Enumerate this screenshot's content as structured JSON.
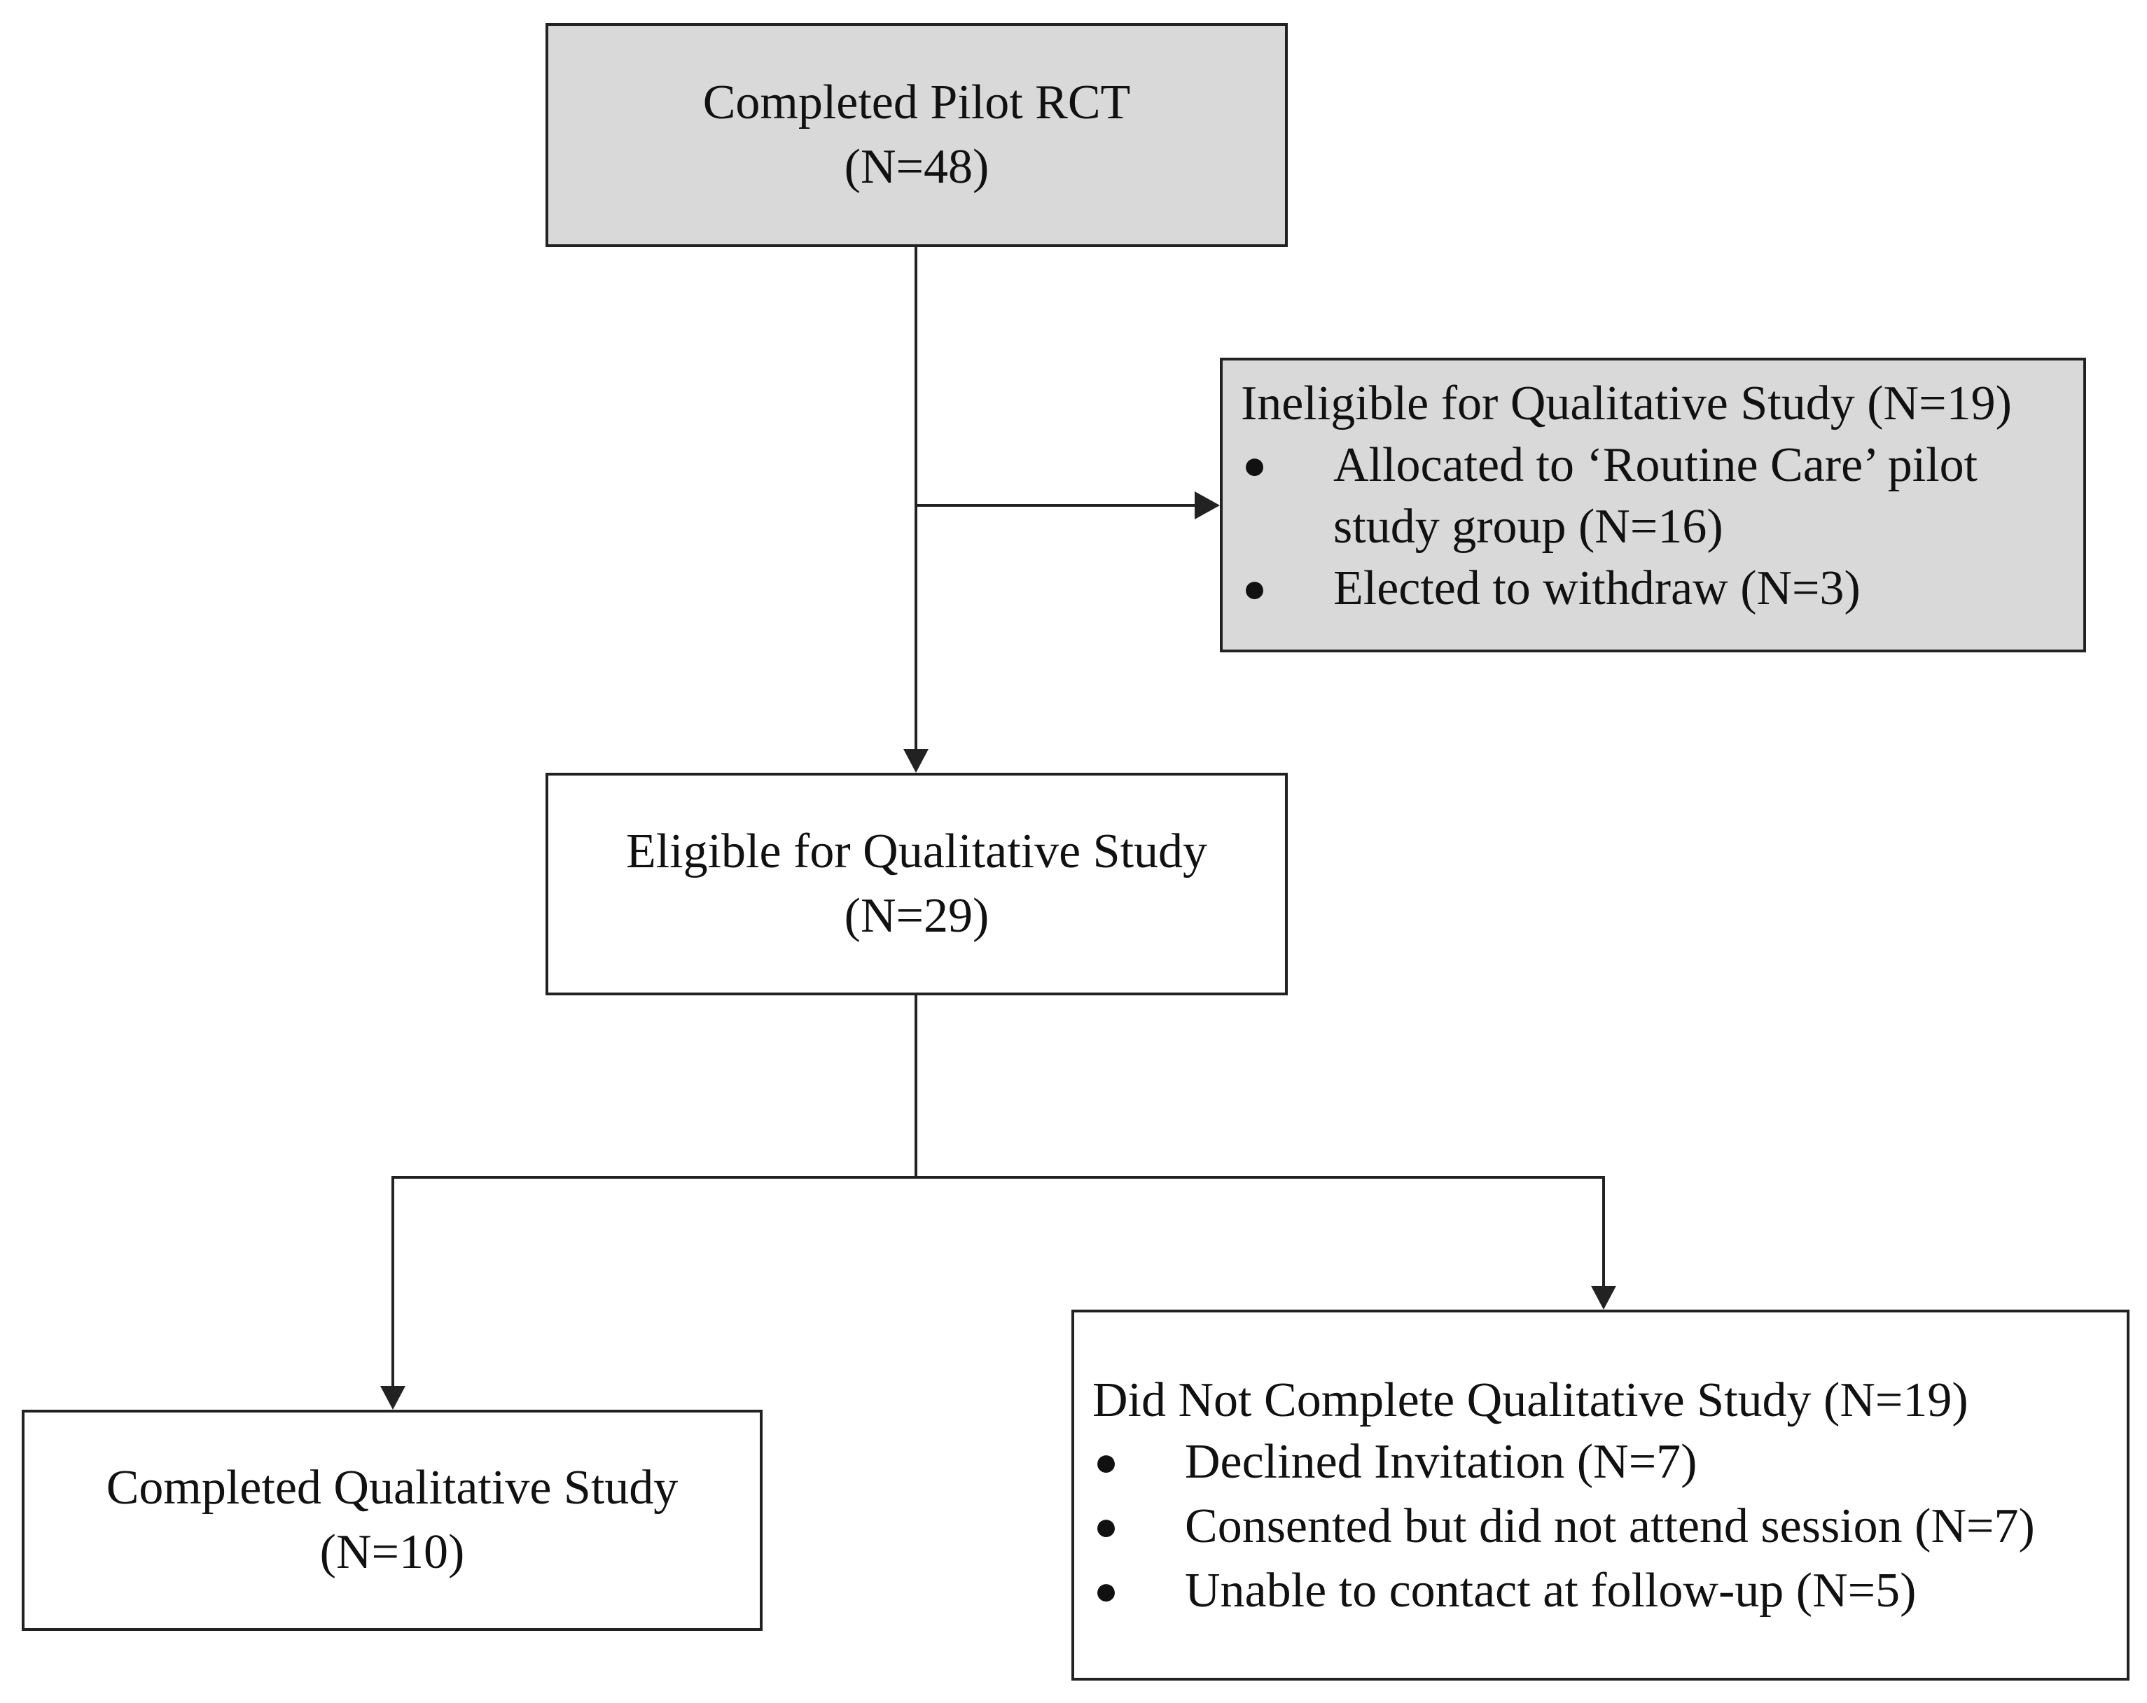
{
  "boxes": {
    "completed_pilot": {
      "title": "Completed Pilot RCT",
      "count": "(N=48)"
    },
    "ineligible": {
      "heading": "Ineligible for Qualitative Study (N=19)",
      "items": [
        "Allocated to ‘Routine Care’ pilot study group (N=16)",
        "Elected to withdraw (N=3)"
      ]
    },
    "eligible": {
      "title": "Eligible for Qualitative Study",
      "count": "(N=29)"
    },
    "completed_qualitative": {
      "title": "Completed Qualitative Study",
      "count": "(N=10)"
    },
    "did_not_complete": {
      "heading": "Did Not Complete Qualitative Study (N=19)",
      "items": [
        "Declined Invitation (N=7)",
        "Consented but did not attend session (N=7)",
        "Unable to contact at follow-up (N=5)"
      ]
    }
  },
  "bullet_symbol": "●",
  "colors": {
    "shaded_box": "#d9d9d9",
    "line": "#222222"
  }
}
